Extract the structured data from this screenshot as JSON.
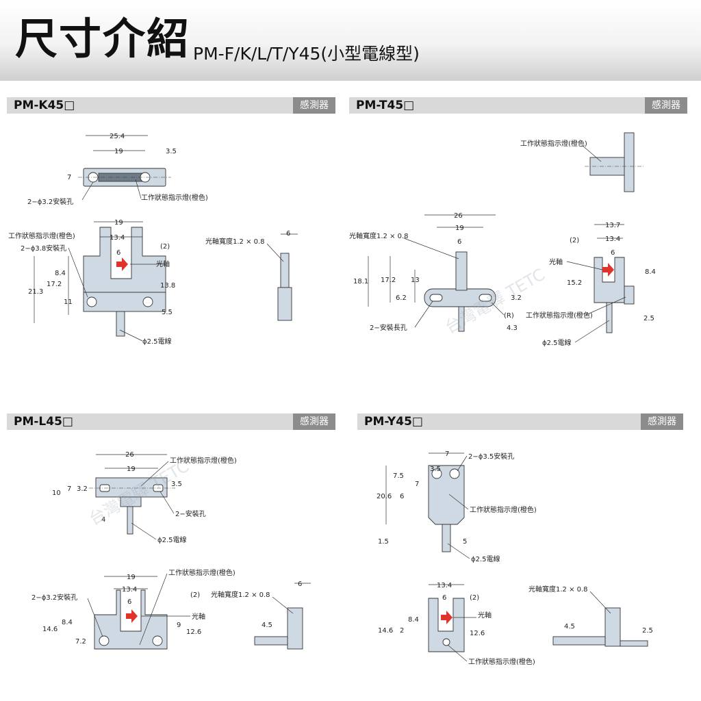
{
  "header": {
    "title": "尺寸介紹",
    "subtitle": "PM-F/K/L/T/Y45(小型電線型)"
  },
  "panels": {
    "k": {
      "name": "PM-K45□",
      "badge": "感測器",
      "labels": {
        "mount": "2−ϕ3.2安裝孔",
        "indicator": "工作狀態指示燈(橙色)",
        "indicator2": "工作狀態指示燈(橙色)",
        "mount2": "2−ϕ3.8安裝孔",
        "axis": "光軸",
        "width": "光軸寬度1.2 × 0.8",
        "cable": "ϕ2.5電線",
        "r": "(2)"
      },
      "dims": [
        "25.4",
        "19",
        "3.5",
        "7",
        "19",
        "13.4",
        "6",
        "8.4",
        "21.3",
        "17.2",
        "11",
        "13.8",
        "5.5",
        "6"
      ]
    },
    "t": {
      "name": "PM-T45□",
      "badge": "感測器",
      "labels": {
        "indicator": "工作狀態指示燈(橙色)",
        "width": "光軸寬度1.2 × 0.8",
        "slot": "2−安裝長孔",
        "r": "(R)",
        "r2": "(2)",
        "axis": "光軸",
        "indicator2": "工作狀態指示燈(橙色)",
        "cable": "ϕ2.5電線"
      },
      "dims": [
        "26",
        "19",
        "6",
        "18.1",
        "17.2",
        "13",
        "6.2",
        "3.2",
        "4.3",
        "13.7",
        "13.4",
        "6",
        "8.4",
        "15.2",
        "2.5"
      ]
    },
    "l": {
      "name": "PM-L45□",
      "badge": "感測器",
      "labels": {
        "indicator": "工作狀態指示燈(橙色)",
        "hole": "2−安裝孔",
        "cable": "ϕ2.5電線",
        "indicator2": "工作狀態指示燈(橙色)",
        "mount": "2−ϕ3.2安裝孔",
        "r": "(2)",
        "width": "光軸寬度1.2 × 0.8",
        "axis": "光軸"
      },
      "dims": [
        "26",
        "19",
        "3.5",
        "10",
        "7",
        "3.2",
        "4",
        "19",
        "13.4",
        "6",
        "8.4",
        "14.6",
        "7.2",
        "9",
        "12.6",
        "6",
        "4.5"
      ]
    },
    "y": {
      "name": "PM-Y45□",
      "badge": "感測器",
      "labels": {
        "mount": "2−ϕ3.5安裝孔",
        "indicator": "工作狀態指示燈(橙色)",
        "cable": "ϕ2.5電線",
        "r": "(2)",
        "axis": "光軸",
        "indicator2": "工作狀態指示燈(橙色)",
        "width": "光軸寬度1.2 × 0.8"
      },
      "dims": [
        "7",
        "3.5",
        "7.5",
        "7",
        "20.6",
        "6",
        "1.5",
        "5",
        "13.4",
        "6",
        "8.4",
        "14.6",
        "2",
        "12.6",
        "4.5",
        "2.5"
      ]
    }
  },
  "watermark": "台灣電驛 TETC"
}
